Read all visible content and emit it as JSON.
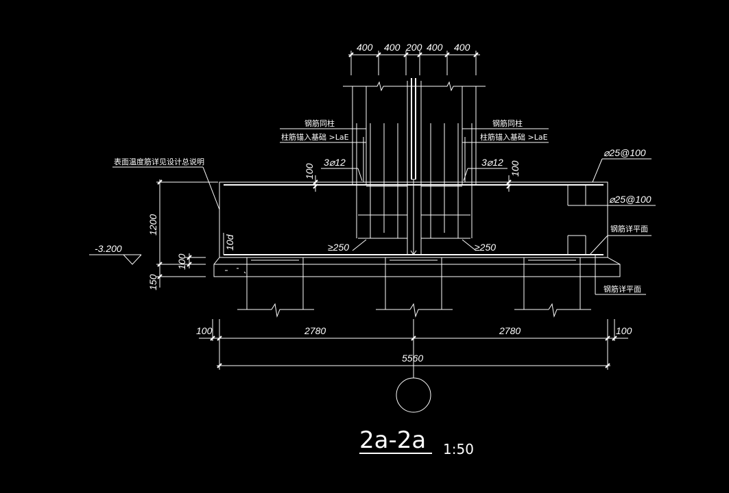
{
  "section_title": "2a-2a",
  "scale": "1:50",
  "elevation": "-3.200",
  "colors": {
    "background": "#000000",
    "lines": "#ffffff"
  },
  "dims_top": [
    "400",
    "400",
    "200",
    "400",
    "400"
  ],
  "dims_left": {
    "height": "1200",
    "bottom_cover": "100",
    "pad": "150"
  },
  "dims_bottom": {
    "left_edge": "100",
    "left_span": "2780",
    "right_span": "2780",
    "right_edge": "100",
    "total": "5560"
  },
  "notes": {
    "surface_rebar": "表面温度筋详见设计总说明",
    "left_col_rebar_1": "钢筋同柱",
    "left_col_rebar_2": "柱筋锚入基础 >LaE",
    "right_col_rebar_1": "钢筋同柱",
    "right_col_rebar_2": "柱筋锚入基础 >LaE",
    "left_bars": "3⌀12",
    "right_bars": "3⌀12",
    "cover_left": "100",
    "cover_right": "100",
    "hook": "10d",
    "min_left": "≥250",
    "min_right": "≥250",
    "top_rebar": "⌀25@100",
    "mid_rebar": "⌀25@100",
    "rebar_plan_1": "钢筋详平面",
    "rebar_plan_2": "钢筋详平面"
  }
}
